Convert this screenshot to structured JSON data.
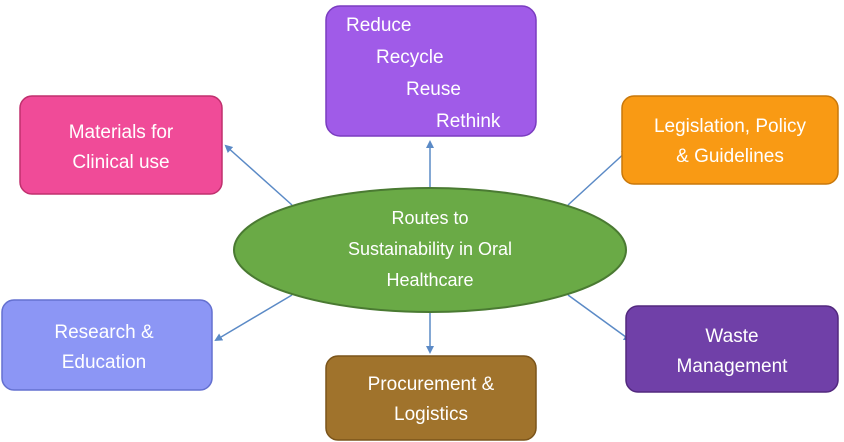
{
  "center": {
    "lines": [
      "Routes to",
      "Sustainability in Oral",
      "Healthcare"
    ],
    "fill": "#6aaa46",
    "stroke": "#4a7a32"
  },
  "nodes": {
    "reduce": {
      "lines": [
        "Reduce",
        "Recycle",
        "Reuse",
        "Rethink"
      ],
      "fill": "#a05be8",
      "stroke": "#7a3cc0"
    },
    "materials": {
      "lines": [
        "Materials for",
        "Clinical use"
      ],
      "fill": "#f04b98",
      "stroke": "#c0306e"
    },
    "legislation": {
      "lines": [
        "Legislation, Policy",
        "& Guidelines"
      ],
      "fill": "#f99a14",
      "stroke": "#c9780a"
    },
    "research": {
      "lines": [
        "Research &",
        "Education"
      ],
      "fill": "#8c96f5",
      "stroke": "#6470d0"
    },
    "procurement": {
      "lines": [
        "Procurement &",
        "Logistics"
      ],
      "fill": "#a0732c",
      "stroke": "#7a541a"
    },
    "waste": {
      "lines": [
        "Waste",
        "Management"
      ],
      "fill": "#7040a8",
      "stroke": "#52287e"
    }
  },
  "connector_color": "#5b8ac6"
}
